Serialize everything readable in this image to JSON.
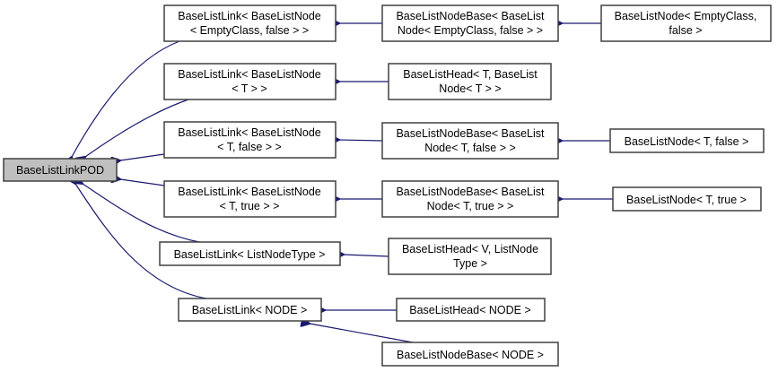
{
  "root": {
    "label": "BaseListLinkPOD"
  },
  "nodes": {
    "link_empty": [
      "BaseListLink< BaseListNode",
      "< EmptyClass, false > >"
    ],
    "link_t": [
      "BaseListLink< BaseListNode",
      "< T > >"
    ],
    "link_tfalse": [
      "BaseListLink< BaseListNode",
      "< T, false > >"
    ],
    "link_ttrue": [
      "BaseListLink< BaseListNode",
      "< T, true > >"
    ],
    "link_lnt": [
      "BaseListLink< ListNodeType >"
    ],
    "link_node": [
      "BaseListLink< NODE >"
    ],
    "nb_empty": [
      "BaseListNodeBase< BaseList",
      "Node< EmptyClass, false > >"
    ],
    "head_t": [
      "BaseListHead< T, BaseList",
      "Node< T > >"
    ],
    "nb_tfalse": [
      "BaseListNodeBase< BaseList",
      "Node< T, false > >"
    ],
    "nb_ttrue": [
      "BaseListNodeBase< BaseList",
      "Node< T, true > >"
    ],
    "head_v": [
      "BaseListHead< V, ListNode",
      "Type >"
    ],
    "head_node": [
      "BaseListHead< NODE >"
    ],
    "nb_node": [
      "BaseListNodeBase< NODE >"
    ],
    "ln_empty": [
      "BaseListNode< EmptyClass,",
      "false >"
    ],
    "ln_tfalse": [
      "BaseListNode< T, false >"
    ],
    "ln_ttrue": [
      "BaseListNode< T, true >"
    ]
  },
  "colors": {
    "edge": "#191970",
    "root_fill": "#bfbfbf"
  }
}
